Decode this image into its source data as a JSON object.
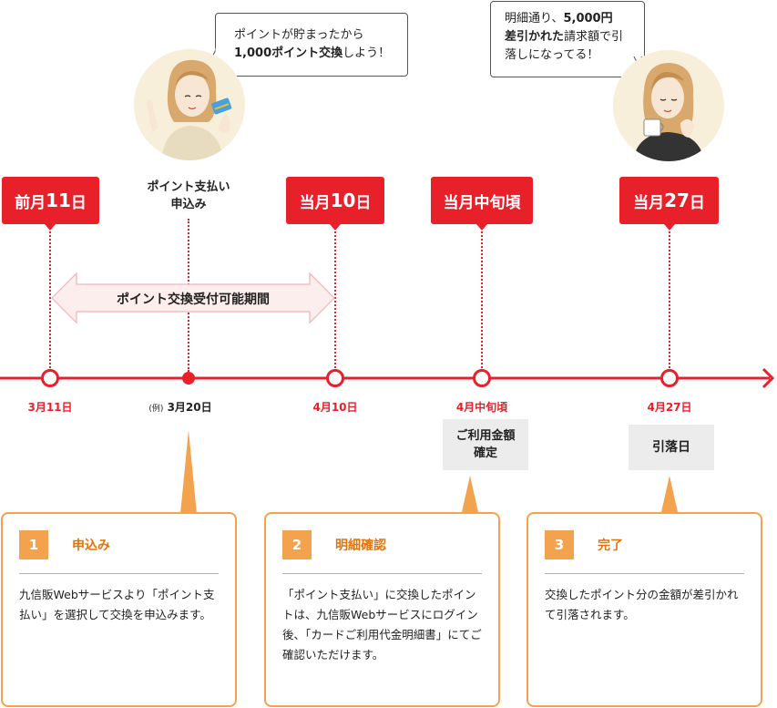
{
  "bubbles": {
    "left": {
      "line1": "ポイントが貯まったから",
      "line2_bold": "1,000ポイント交換",
      "line2_rest": "しよう！"
    },
    "right": {
      "line1_pre": "明細通り、",
      "line1_bold": "5,000円",
      "line2_bold": "差引かれた",
      "line2_rest": "請求額で引",
      "line3": "落しになってる！"
    }
  },
  "apply_label": {
    "line1": "ポイント支払い",
    "line2": "申込み"
  },
  "milestones": [
    {
      "prefix": "前月",
      "num": "11",
      "suffix": "日"
    },
    {
      "prefix": "当月",
      "num": "10",
      "suffix": "日"
    },
    {
      "prefix": "当月中旬頃",
      "num": "",
      "suffix": ""
    },
    {
      "prefix": "当月",
      "num": "27",
      "suffix": "日"
    }
  ],
  "period_label": "ポイント交換受付可能期間",
  "dates": {
    "d1": "3月11日",
    "d2_small": "(例)",
    "d2": "3月20日",
    "d3": "4月10日",
    "d4": "4月中旬頃",
    "d5": "4月27日"
  },
  "gray_boxes": {
    "confirm_line1": "ご利用金額",
    "confirm_line2": "確定",
    "debit": "引落日"
  },
  "cards": [
    {
      "num": "1",
      "title": "申込み",
      "body": "九信販Webサービスより「ポイント支払い」を選択して交換を申込みます。"
    },
    {
      "num": "2",
      "title": "明細確認",
      "body": "「ポイント支払い」に交換したポイントは、九信販Webサービスにログイン後、「カードご利用代金明細書」にてご確認いただけます。"
    },
    {
      "num": "3",
      "title": "完了",
      "body": "交換したポイント分の金額が差引かれて引落されます。"
    }
  ],
  "colors": {
    "red": "#e8202a",
    "orange": "#f3a24e",
    "orange_text": "#e2740c",
    "gray": "#ececec"
  }
}
